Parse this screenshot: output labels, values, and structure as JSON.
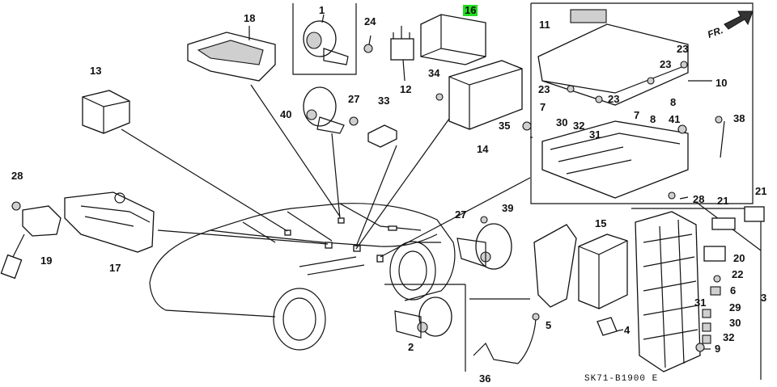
{
  "diagram_code": "SK71-B1900 E",
  "direction_label": "FR.",
  "highlight_color": "#22dd22",
  "callouts": [
    "1",
    "2",
    "3",
    "4",
    "5",
    "6",
    "7",
    "7",
    "8",
    "8",
    "9",
    "10",
    "11",
    "12",
    "13",
    "14",
    "15",
    "16",
    "17",
    "18",
    "19",
    "20",
    "21",
    "21",
    "22",
    "23",
    "23",
    "23",
    "23",
    "24",
    "27",
    "27",
    "28",
    "28",
    "29",
    "30",
    "30",
    "31",
    "31",
    "32",
    "32",
    "33",
    "34",
    "35",
    "36",
    "38",
    "39",
    "40",
    "41"
  ],
  "highlighted_part": "16"
}
